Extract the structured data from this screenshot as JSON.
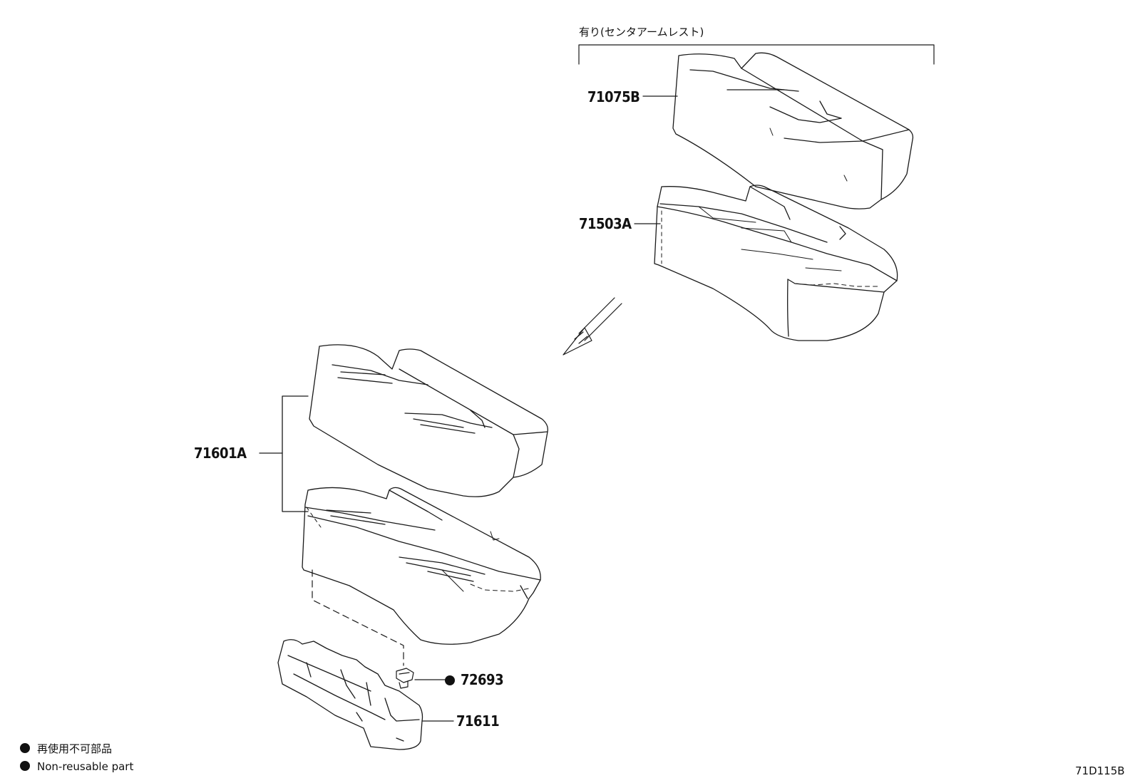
{
  "variant_bracket_label": "有り(センタアームレスト)",
  "parts": [
    {
      "number": "71075B"
    },
    {
      "number": "71503A"
    },
    {
      "number": "71601A"
    },
    {
      "number": "72693",
      "non_reusable": true
    },
    {
      "number": "71611"
    }
  ],
  "legend": {
    "marker_icon": "filled-circle-icon",
    "japanese": "再使用不可部品",
    "english": "Non-reusable part"
  },
  "diagram_code": "71D115B"
}
